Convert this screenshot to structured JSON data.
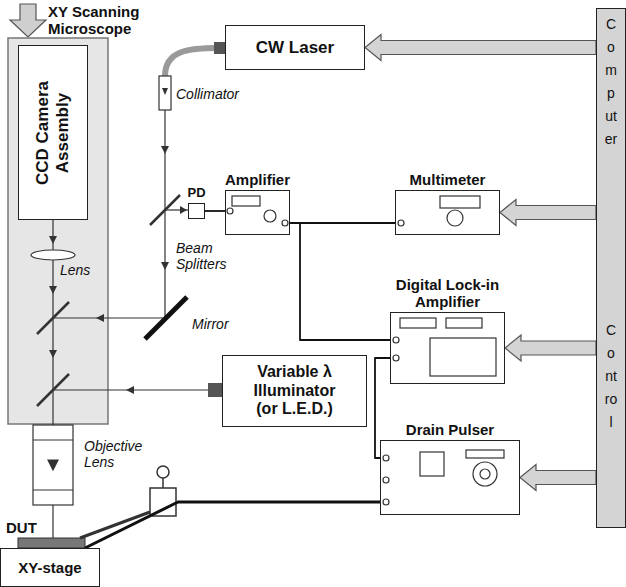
{
  "diagram": {
    "nodes": [
      {
        "text": [
          "CCD Camera Assembly"
        ]
      },
      {
        "text": [
          "CW Laser"
        ]
      },
      {
        "text": [
          "PD"
        ]
      },
      {
        "text": [
          "Amplifier"
        ]
      },
      {
        "text": [
          "Multimeter"
        ]
      },
      {
        "text": [
          "Digital Lock-in Amplifier"
        ]
      },
      {
        "text": [
          "Variable λ Illuminator (or L.E.D.)"
        ]
      },
      {
        "text": [
          "Drain Pulser"
        ]
      },
      {
        "text": [
          "XY-stage"
        ]
      },
      {
        "text": [
          "Computer",
          "Control"
        ]
      }
    ],
    "edges": [
      {
        "from": 2,
        "to": 3,
        "arrow": "none"
      },
      {
        "from": 3,
        "to": 4,
        "arrow": "none"
      },
      {
        "from": 3,
        "to": 5,
        "arrow": "none"
      },
      {
        "from": 5,
        "to": 7,
        "arrow": "none"
      },
      {
        "from": 7,
        "to": 8,
        "arrow": "none"
      },
      {
        "from": 9,
        "to": 1,
        "arrow": "to"
      },
      {
        "from": 9,
        "to": 4,
        "arrow": "to"
      },
      {
        "from": 9,
        "to": 5,
        "arrow": "to"
      },
      {
        "from": 9,
        "to": 7,
        "arrow": "to"
      }
    ],
    "labels": [
      "XY Scanning Microscope",
      "Collimator",
      "Beam Splitters",
      "Lens",
      "Mirror",
      "Objective Lens",
      "DUT"
    ]
  }
}
